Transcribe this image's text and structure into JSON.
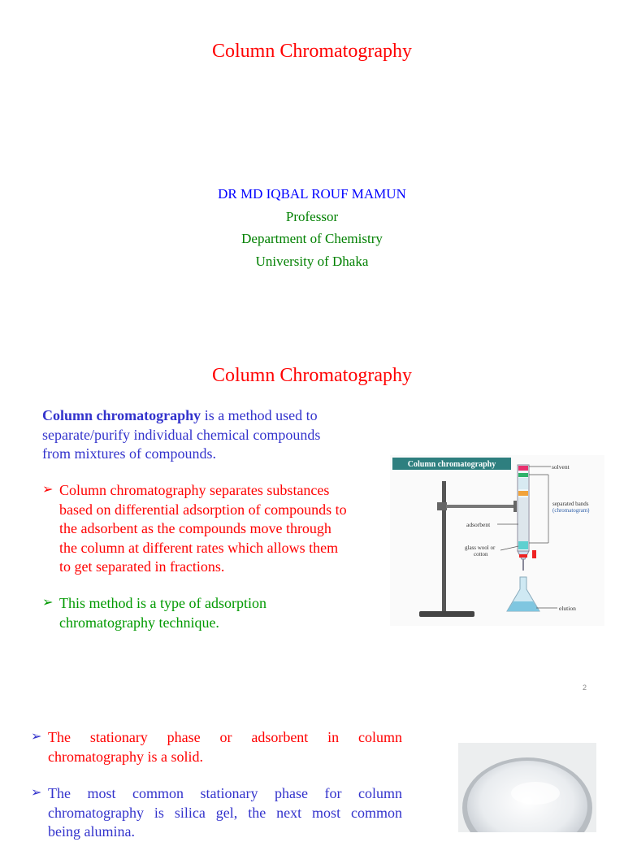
{
  "slide1": {
    "title": "Column Chromatography",
    "author": "DR MD IQBAL ROUF MAMUN",
    "position": "Professor",
    "department": "Department of Chemistry",
    "university": "University of Dhaka"
  },
  "slide2": {
    "title": "Column Chromatography",
    "intro_bold": "Column chromatography",
    "intro_rest_line1": " is a method used to",
    "intro_line2": "separate/purify individual chemical compounds",
    "intro_line3": "from mixtures of compounds.",
    "bullet_glyph": "➢",
    "bullet1": [
      "Column chromatography separates substances",
      "based on differential adsorption of compounds to",
      "the adsorbent as the compounds move through",
      "the column at different rates which allows them",
      "to get separated in fractions."
    ],
    "bullet2": [
      "This method is a type of adsorption",
      "chromatography technique."
    ],
    "page_number": "2",
    "figure": {
      "header": "Column chromatography",
      "labels": {
        "solvent": "solvent",
        "separated_bands": "separated bands",
        "chromatogram": "(chromatogram)",
        "adsorbent": "adsorbent",
        "glass_wool_1": "glass wool or",
        "glass_wool_2": "cotton",
        "elution": "elution"
      }
    }
  },
  "slide3": {
    "bullet1": [
      "The stationary phase or adsorbent in column",
      "chromatography is a solid."
    ],
    "bullet2": [
      "The most common stationary phase for column",
      "chromatography is silica gel, the next most common",
      "being alumina."
    ]
  },
  "colors": {
    "title": "#ff0000",
    "author": "#0000ff",
    "affiliation": "#008000",
    "intro": "#3333cc",
    "header_bar": "#2e7f7f"
  }
}
